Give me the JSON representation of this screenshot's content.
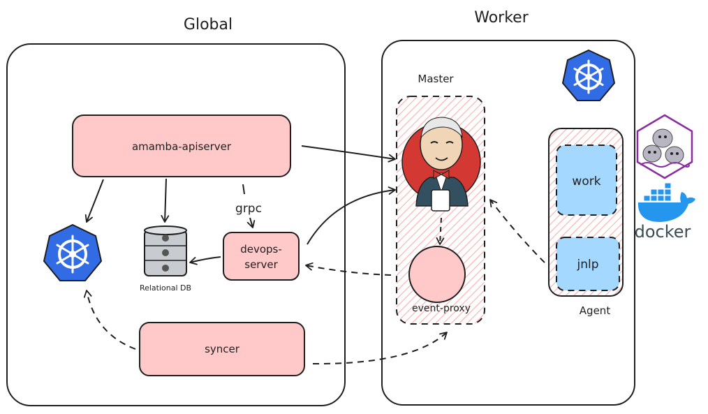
{
  "regions": {
    "global_title": "Global",
    "worker_title": "Worker",
    "master_label": "Master",
    "agent_label": "Agent"
  },
  "nodes": {
    "apiserver": "amamba-apiserver",
    "devops_server_line1": "devops-",
    "devops_server_line2": "server",
    "syncer": "syncer",
    "relational_db": "Relational DB",
    "event_proxy": "event-proxy",
    "work": "work",
    "jnlp": "jnlp",
    "docker": "docker"
  },
  "edges": {
    "grpc": "grpc"
  },
  "icons": {
    "global_k8s": "kubernetes-icon",
    "worker_k8s": "kubernetes-icon",
    "jenkins": "jenkins-icon",
    "podman": "podman-seals-icon",
    "docker": "docker-whale-icon",
    "database": "database-icon"
  },
  "colors": {
    "node_fill": "#ffc9c9",
    "agent_container_fill": "#a5d8ff",
    "k8s_blue": "#326ce5",
    "stroke": "#1e1e1e",
    "hatch": "#ffa8a8",
    "jenkins_red": "#d33833",
    "podman_purple": "#892ca0",
    "docker_blue": "#2496ed"
  }
}
